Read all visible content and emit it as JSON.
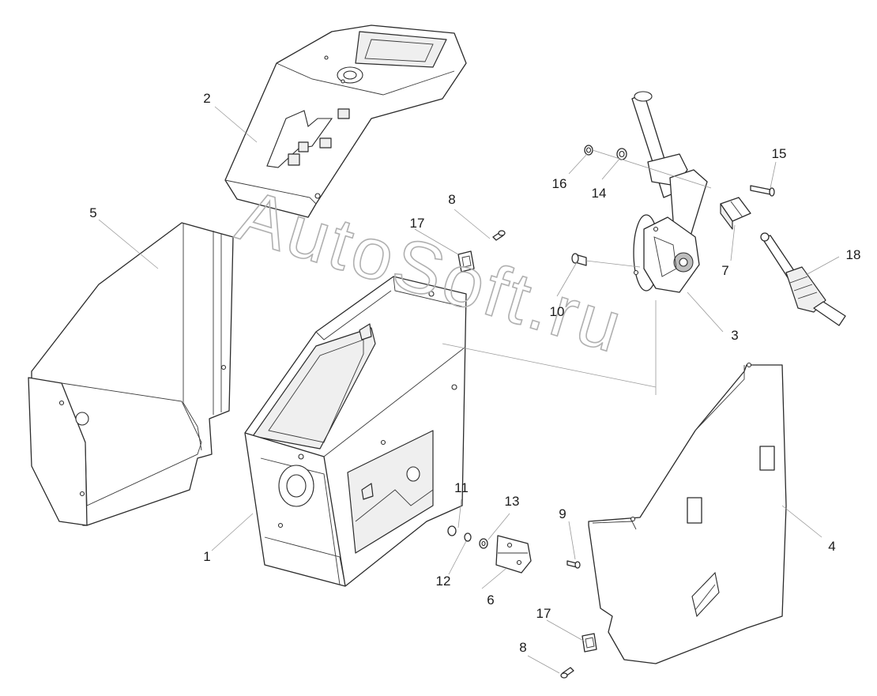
{
  "diagram": {
    "watermark": "AutoSoft.ru",
    "callouts": [
      "1",
      "2",
      "3",
      "4",
      "5",
      "6",
      "7",
      "8",
      "9",
      "10",
      "11",
      "12",
      "13",
      "14",
      "15",
      "16",
      "17",
      "18"
    ]
  }
}
